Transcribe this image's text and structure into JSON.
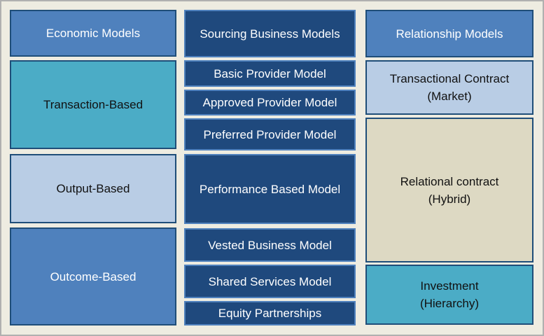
{
  "columns": {
    "economic": {
      "header": "Economic Models",
      "items": [
        "Transaction-Based",
        "Output-Based",
        "Outcome-Based"
      ]
    },
    "sourcing": {
      "header": "Sourcing Business Models",
      "items": [
        "Basic Provider Model",
        "Approved Provider Model",
        "Preferred Provider Model",
        "Performance Based Model",
        "Vested Business Model",
        "Shared Services Model",
        "Equity Partnerships"
      ]
    },
    "relationship": {
      "header": "Relationship Models",
      "items": [
        "Transactional Contract\n(Market)",
        "Relational contract\n(Hybrid)",
        "Investment\n(Hierarchy)"
      ]
    }
  },
  "colors": {
    "background": "#eeece1",
    "medium_blue": "#4f81bd",
    "dark_blue": "#1f497d",
    "teal": "#4bacc6",
    "light_blue": "#b9cde5",
    "beige": "#ddd9c3"
  }
}
